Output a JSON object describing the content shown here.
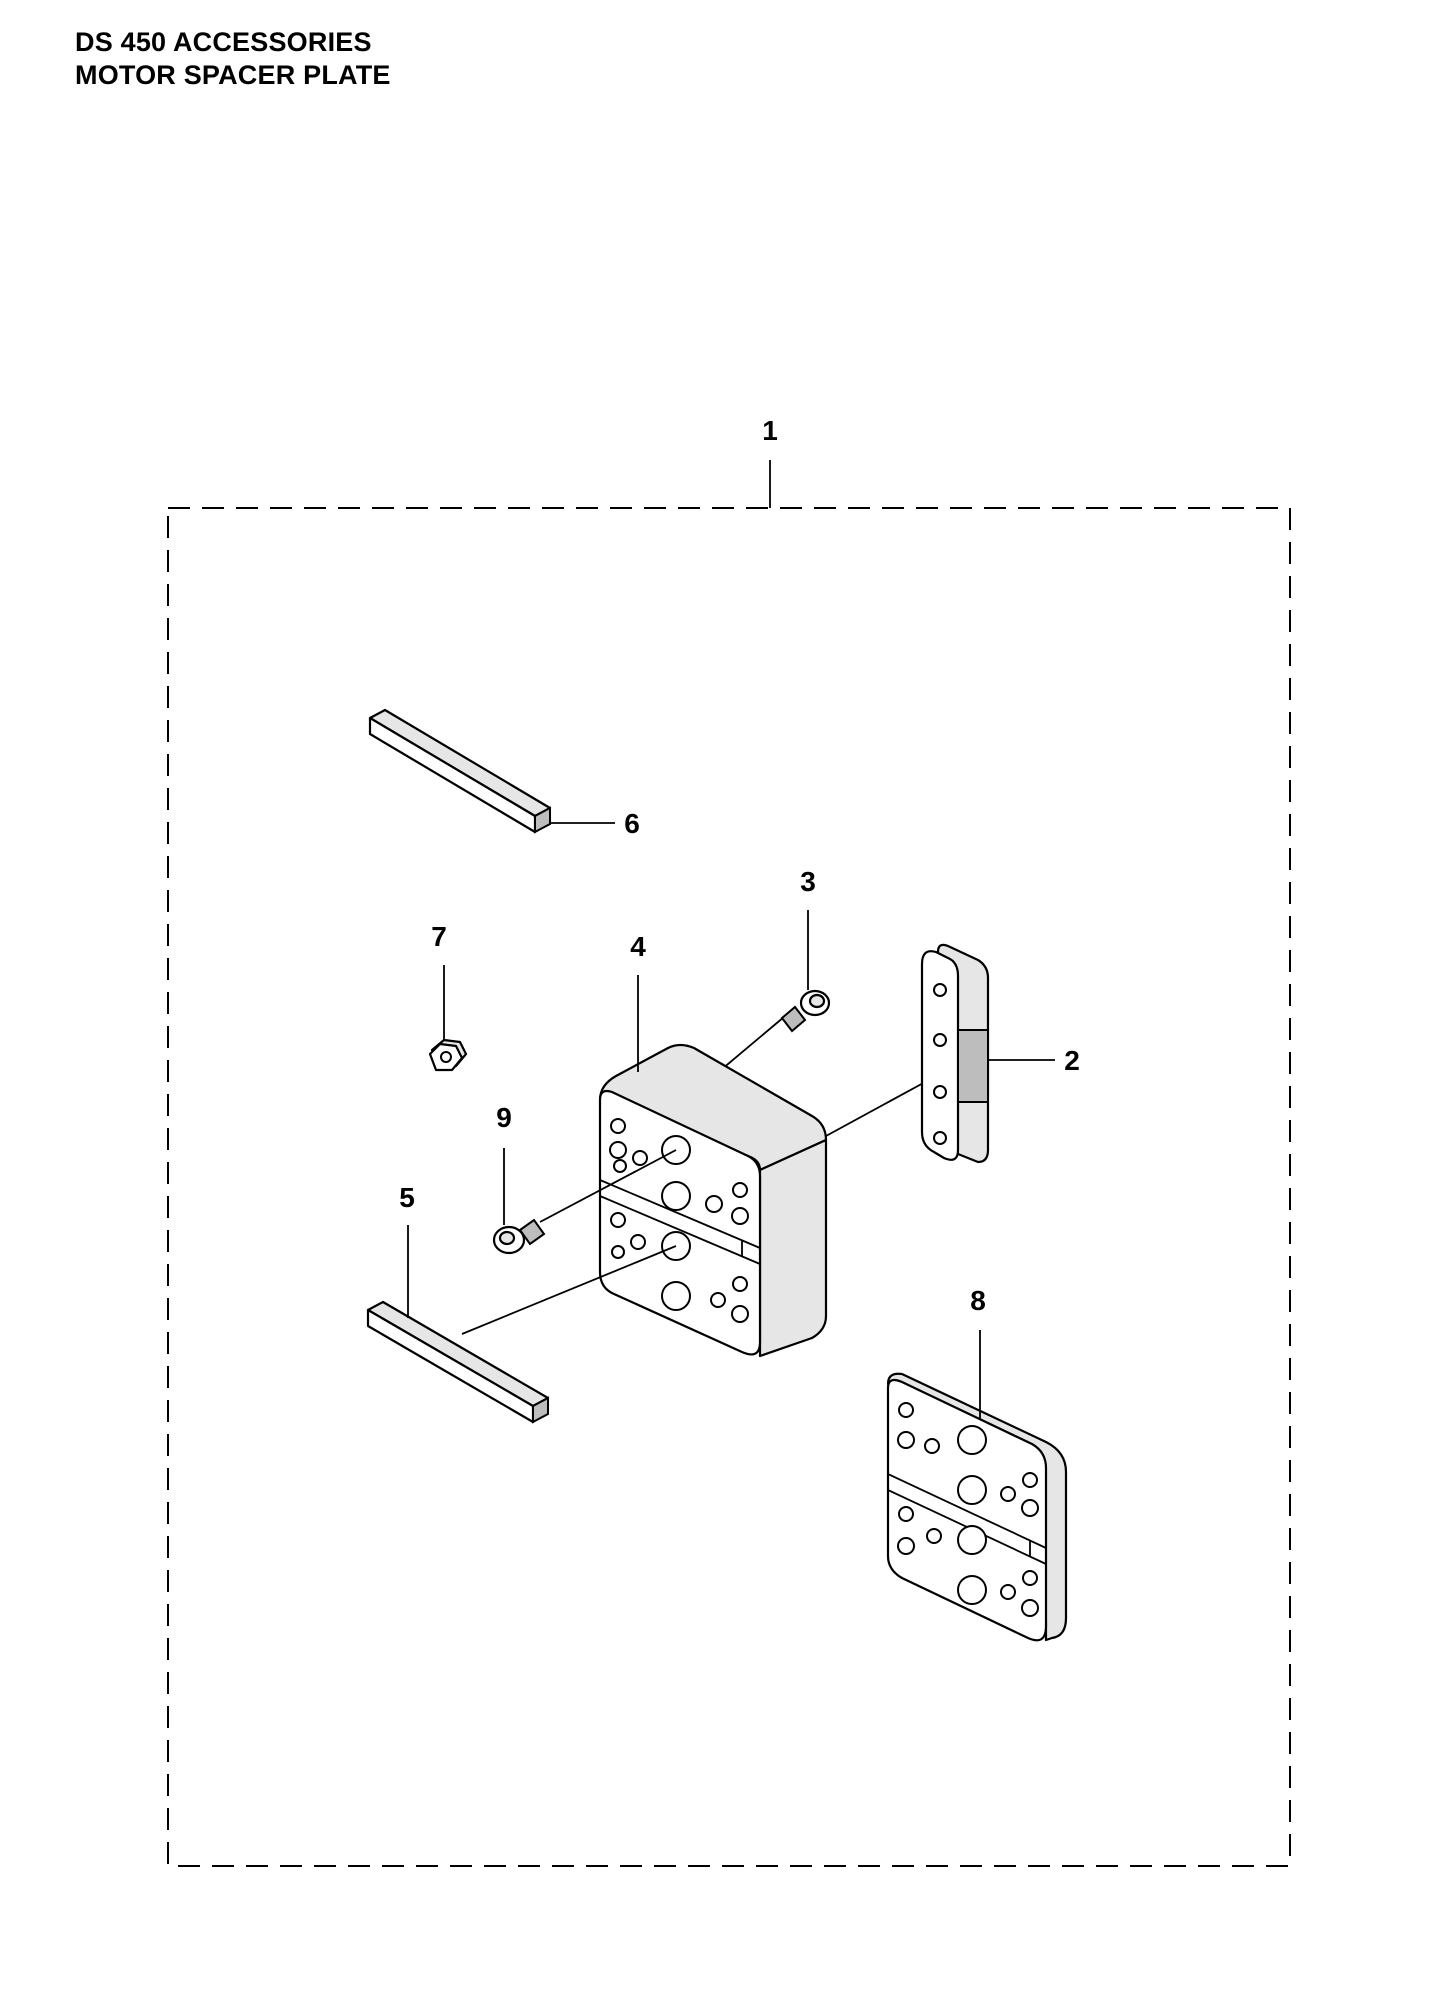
{
  "header": {
    "line1": "DS 450 ACCESSORIES",
    "line2": "MOTOR SPACER PLATE"
  },
  "callouts": {
    "c1": "1",
    "c2": "2",
    "c3": "3",
    "c4": "4",
    "c5": "5",
    "c6": "6",
    "c7": "7",
    "c8": "8",
    "c9": "9"
  }
}
